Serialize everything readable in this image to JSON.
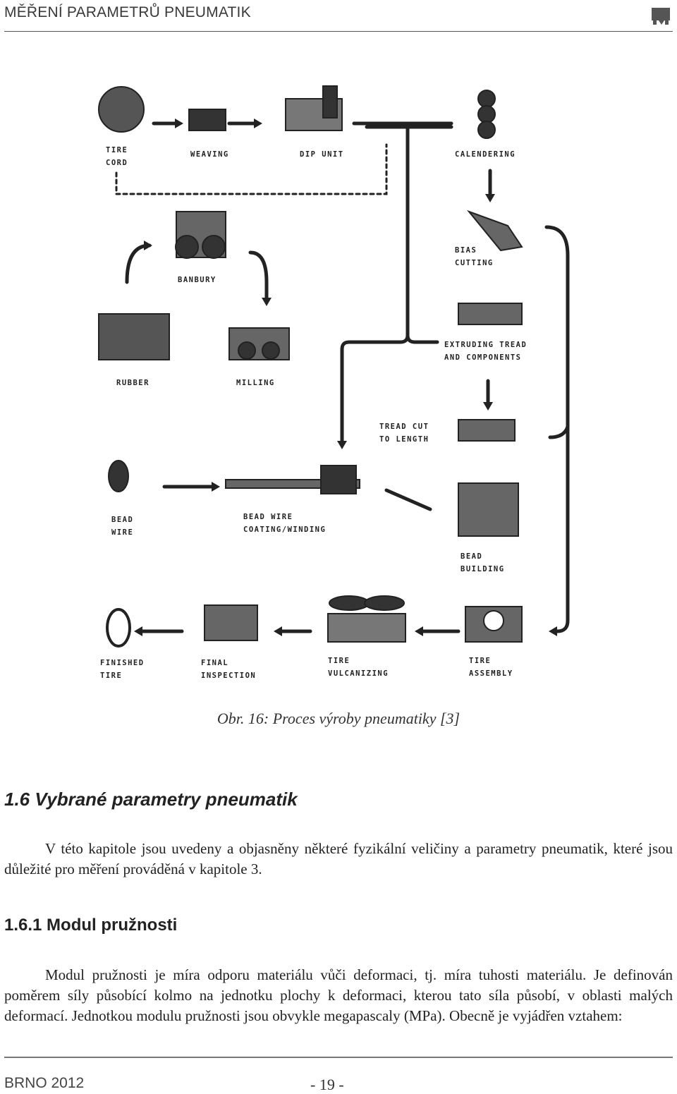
{
  "header": {
    "title": "MĚŘENÍ PARAMETRŮ PNEUMATIK"
  },
  "figure": {
    "labels": {
      "tire_cord_1": "TIRE",
      "tire_cord_2": "CORD",
      "weaving": "WEAVING",
      "dip_unit": "DIP UNIT",
      "calendering": "CALENDERING",
      "banbury": "BANBURY",
      "bias_1": "BIAS",
      "bias_2": "CUTTING",
      "rubber": "RUBBER",
      "milling": "MILLING",
      "extruding_1": "EXTRUDING TREAD",
      "extruding_2": "AND COMPONENTS",
      "tread_1": "TREAD CUT",
      "tread_2": "TO LENGTH",
      "bead_wire_1": "BEAD",
      "bead_wire_2": "WIRE",
      "bead_coat_1": "BEAD WIRE",
      "bead_coat_2": "COATING/WINDING",
      "bead_build_1": "BEAD",
      "bead_build_2": "BUILDING",
      "finished_1": "FINISHED",
      "finished_2": "TIRE",
      "final_1": "FINAL",
      "final_2": "INSPECTION",
      "vulc_1": "TIRE",
      "vulc_2": "VULCANIZING",
      "assembly_1": "TIRE",
      "assembly_2": "ASSEMBLY"
    },
    "caption": "Obr. 16: Proces výroby pneumatiky [3]"
  },
  "section": {
    "heading": "1.6 Vybrané parametry pneumatik",
    "paragraph": "V této kapitole jsou uvedeny a objasněny některé fyzikální veličiny a parametry pneumatik, které jsou důležité pro měření prováděná v kapitole 3."
  },
  "subsection": {
    "heading": "1.6.1 Modul pružnosti",
    "paragraph": "Modul pružnosti je míra odporu materiálu vůči deformaci, tj. míra tuhosti materiálu. Je definován poměrem síly působící kolmo na jednotku plochy k deformaci, kterou tato síla působí, v oblasti malých deformací. Jednotkou modulu pružnosti jsou obvykle megapascaly (MPa). Obecně je vyjádřen vztahem:"
  },
  "footer": {
    "left": "BRNO 2012",
    "page": "- 19 -"
  }
}
